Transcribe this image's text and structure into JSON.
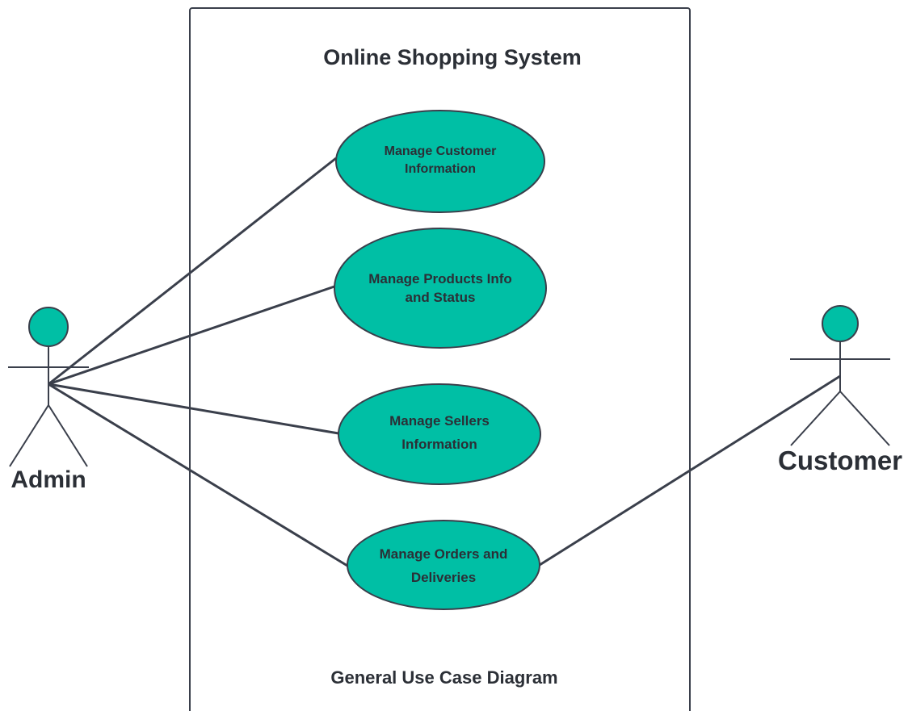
{
  "system": {
    "title": "Online Shopping System",
    "caption": "General Use Case Diagram"
  },
  "actors": {
    "admin": {
      "name": "Admin"
    },
    "customer": {
      "name": "Customer"
    }
  },
  "use_cases": [
    {
      "lines": [
        "Manage Customer",
        "Information"
      ]
    },
    {
      "lines": [
        "Manage Products Info",
        "and Status"
      ]
    },
    {
      "lines": [
        "Manage Sellers",
        "Information"
      ]
    },
    {
      "lines": [
        "Manage Orders and",
        "Deliveries"
      ]
    }
  ],
  "colors": {
    "use_case_fill": "#00bfa5",
    "stroke": "#3a3f4b",
    "text": "#2b2f36"
  }
}
